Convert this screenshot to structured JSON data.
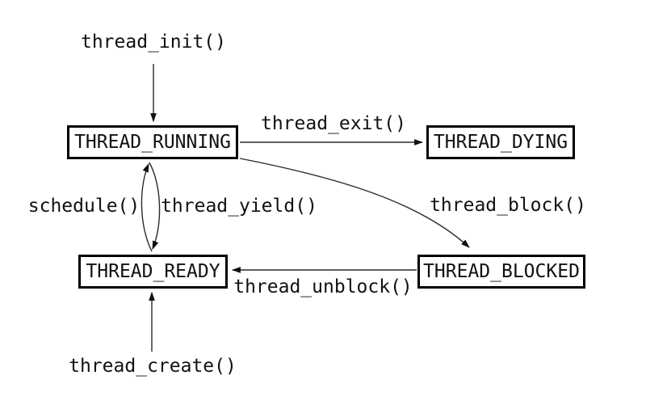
{
  "diagram": {
    "background": "#ffffff",
    "colors": {
      "box_border": "#000000",
      "box_fill": "#ffffff",
      "line": "#2a2a2a",
      "text": "#111111"
    },
    "states": [
      {
        "id": "running",
        "label": "THREAD_RUNNING"
      },
      {
        "id": "dying",
        "label": "THREAD_DYING"
      },
      {
        "id": "ready",
        "label": "THREAD_READY"
      },
      {
        "id": "blocked",
        "label": "THREAD_BLOCKED"
      }
    ],
    "transitions": [
      {
        "label": "thread_init()",
        "from": "start",
        "to": "running"
      },
      {
        "label": "thread_exit()",
        "from": "running",
        "to": "dying"
      },
      {
        "label": "thread_block()",
        "from": "running",
        "to": "blocked"
      },
      {
        "label": "schedule()",
        "from": "ready",
        "to": "running"
      },
      {
        "label": "thread_yield()",
        "from": "running",
        "to": "ready"
      },
      {
        "label": "thread_unblock()",
        "from": "blocked",
        "to": "ready"
      },
      {
        "label": "thread_create()",
        "from": "start",
        "to": "ready"
      }
    ]
  }
}
